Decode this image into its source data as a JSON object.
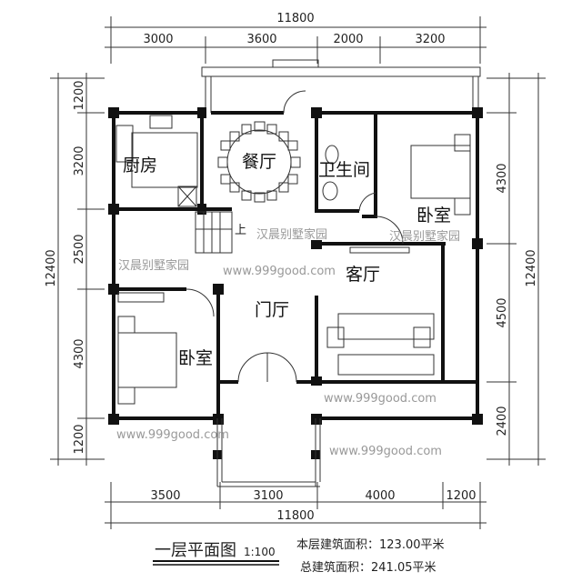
{
  "dimensions": {
    "top_total": "11800",
    "top_segments": [
      "3000",
      "3600",
      "2000",
      "3200"
    ],
    "bottom_segments": [
      "3500",
      "3100",
      "4000",
      "1200"
    ],
    "bottom_total": "11800",
    "left_total": "12400",
    "left_segments": [
      "1200",
      "3200",
      "2500",
      "4300",
      "1200"
    ],
    "right_total": "12400",
    "right_segments": [
      "4300",
      "4500",
      "2400"
    ]
  },
  "rooms": {
    "kitchen": "厨房",
    "dining": "餐厅",
    "bathroom": "卫生间",
    "bedroom_right": "卧室",
    "living": "客厅",
    "foyer": "门厅",
    "bedroom_left": "卧室",
    "stair_up": "上"
  },
  "watermark": {
    "brand": "汉晨别墅家园",
    "url": "www.999good.com"
  },
  "caption": {
    "title": "一层平面图",
    "scale": "1:100",
    "floor_area_label": "本层建筑面积：123.00平米",
    "total_area_label": "总建筑面积：241.05平米"
  }
}
